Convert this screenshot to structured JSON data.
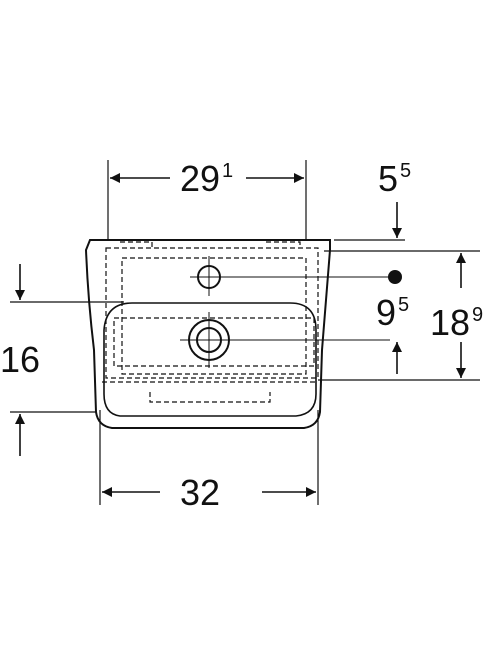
{
  "dimensions": {
    "top_width": {
      "main": "29",
      "sup": "1"
    },
    "top_offset": {
      "main": "5",
      "sup": "5"
    },
    "side_height": {
      "main": "16"
    },
    "bottom_width": {
      "main": "32"
    },
    "tap_to_drain": {
      "main": "9",
      "sup": "5"
    },
    "total_height": {
      "main": "18",
      "sup": "9"
    }
  },
  "colors": {
    "line": "#111111",
    "background": "#ffffff"
  }
}
